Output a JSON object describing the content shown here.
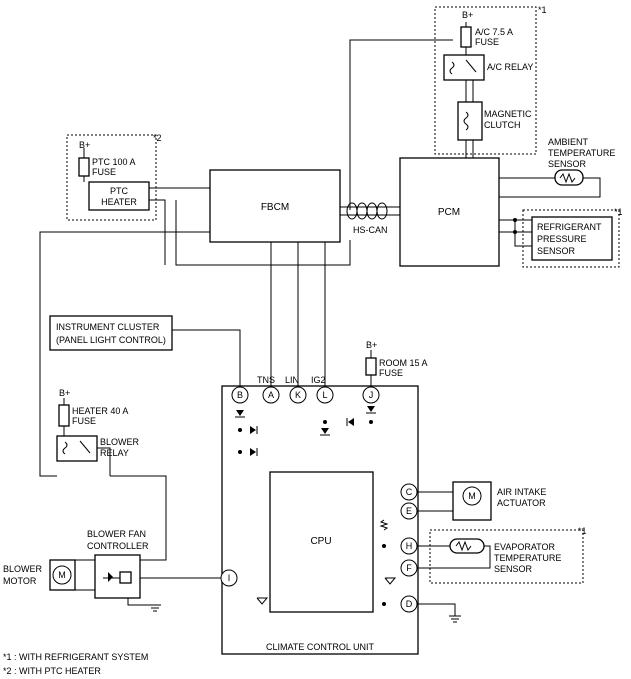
{
  "modules": {
    "fbcm": "FBCM",
    "pcm": "PCM",
    "cpu": "CPU",
    "climate_control_unit": "CLIMATE CONTROL UNIT",
    "hs_can": "HS-CAN"
  },
  "power": {
    "b_plus": "B+",
    "ac_fuse": [
      "A/C 7.5 A",
      "FUSE"
    ],
    "ptc_fuse": [
      "PTC 100 A",
      "FUSE"
    ],
    "room_fuse": [
      "ROOM 15 A",
      "FUSE"
    ],
    "heater_fuse": [
      "HEATER 40 A",
      "FUSE"
    ]
  },
  "components": {
    "ac_relay": "A/C RELAY",
    "magnetic_clutch": [
      "MAGNETIC",
      "CLUTCH"
    ],
    "ptc_heater": [
      "PTC",
      "HEATER"
    ],
    "ambient_sensor": [
      "AMBIENT",
      "TEMPERATURE",
      "SENSOR"
    ],
    "refrigerant_sensor": [
      "REFRIGERANT",
      "PRESSURE",
      "SENSOR"
    ],
    "instrument_cluster": [
      "INSTRUMENT CLUSTER",
      "(PANEL LIGHT CONTROL)"
    ],
    "blower_relay": [
      "BLOWER",
      "RELAY"
    ],
    "blower_fan_controller": [
      "BLOWER FAN",
      "CONTROLLER"
    ],
    "blower_motor": [
      "BLOWER",
      "MOTOR"
    ],
    "air_intake_actuator": [
      "AIR INTAKE",
      "ACTUATOR"
    ],
    "evaporator_sensor": [
      "EVAPORATOR",
      "TEMPERATURE",
      "SENSOR"
    ],
    "motor_symbol": "M"
  },
  "signals": {
    "tns": "TNS",
    "lin": "LIN",
    "ig2": "IG2"
  },
  "terminals": {
    "b": "B",
    "a": "A",
    "k": "K",
    "l": "L",
    "j": "J",
    "c": "C",
    "e": "E",
    "h": "H",
    "f": "F",
    "d": "D",
    "i": "I"
  },
  "marks": {
    "star1": "*1",
    "star2": "*2"
  },
  "notes": [
    "*1 : WITH REFRIGERANT SYSTEM",
    "*2 : WITH PTC HEATER"
  ]
}
